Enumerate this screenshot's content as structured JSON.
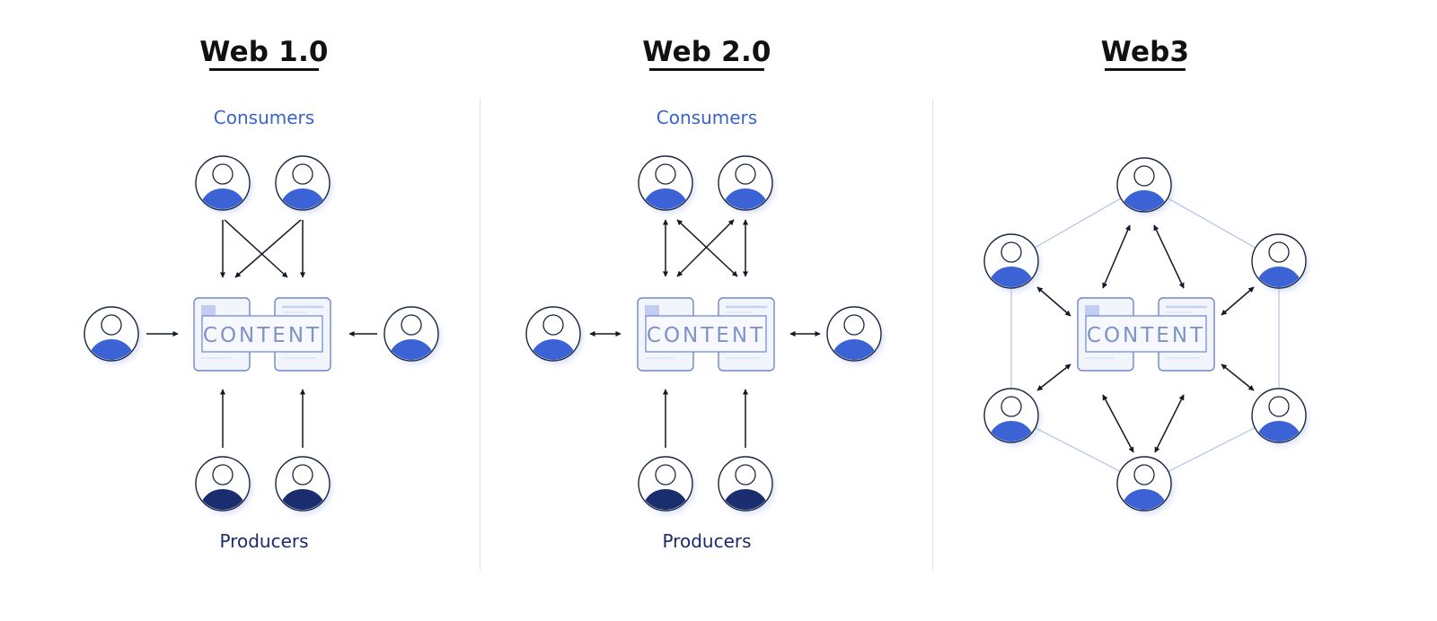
{
  "colors": {
    "consumer_fill": "#3b63d6",
    "producer_fill": "#1a2d6e",
    "outline": "#1b2740",
    "content_stroke": "#6d86cf",
    "content_text": "#7f92c4",
    "content_fill": "#f3f5fc",
    "content_accent": "#c3cdf2",
    "arrow": "#111827",
    "network_line": "#b9c6ea",
    "divider": "#dde0e6"
  },
  "panels": [
    {
      "id": "web1",
      "title": "Web 1.0",
      "top_label": "Consumers",
      "bottom_label": "Producers",
      "content_label": "CONTENT",
      "flow": "one-way",
      "nodes": [
        {
          "role": "consumer",
          "position": "top-left"
        },
        {
          "role": "consumer",
          "position": "top-right"
        },
        {
          "role": "consumer",
          "position": "left"
        },
        {
          "role": "consumer",
          "position": "right"
        },
        {
          "role": "producer",
          "position": "bottom-left"
        },
        {
          "role": "producer",
          "position": "bottom-right"
        }
      ]
    },
    {
      "id": "web2",
      "title": "Web 2.0",
      "top_label": "Consumers",
      "bottom_label": "Producers",
      "content_label": "CONTENT",
      "flow": "two-way",
      "nodes": [
        {
          "role": "consumer",
          "position": "top-left"
        },
        {
          "role": "consumer",
          "position": "top-right"
        },
        {
          "role": "consumer",
          "position": "left"
        },
        {
          "role": "consumer",
          "position": "right"
        },
        {
          "role": "producer",
          "position": "bottom-left"
        },
        {
          "role": "producer",
          "position": "bottom-right"
        }
      ]
    },
    {
      "id": "web3",
      "title": "Web3",
      "content_label": "CONTENT",
      "flow": "decentralized-network",
      "nodes": [
        {
          "role": "peer",
          "position": "top"
        },
        {
          "role": "peer",
          "position": "upper-left"
        },
        {
          "role": "peer",
          "position": "upper-right"
        },
        {
          "role": "peer",
          "position": "lower-left"
        },
        {
          "role": "peer",
          "position": "lower-right"
        },
        {
          "role": "peer",
          "position": "bottom"
        }
      ]
    }
  ]
}
